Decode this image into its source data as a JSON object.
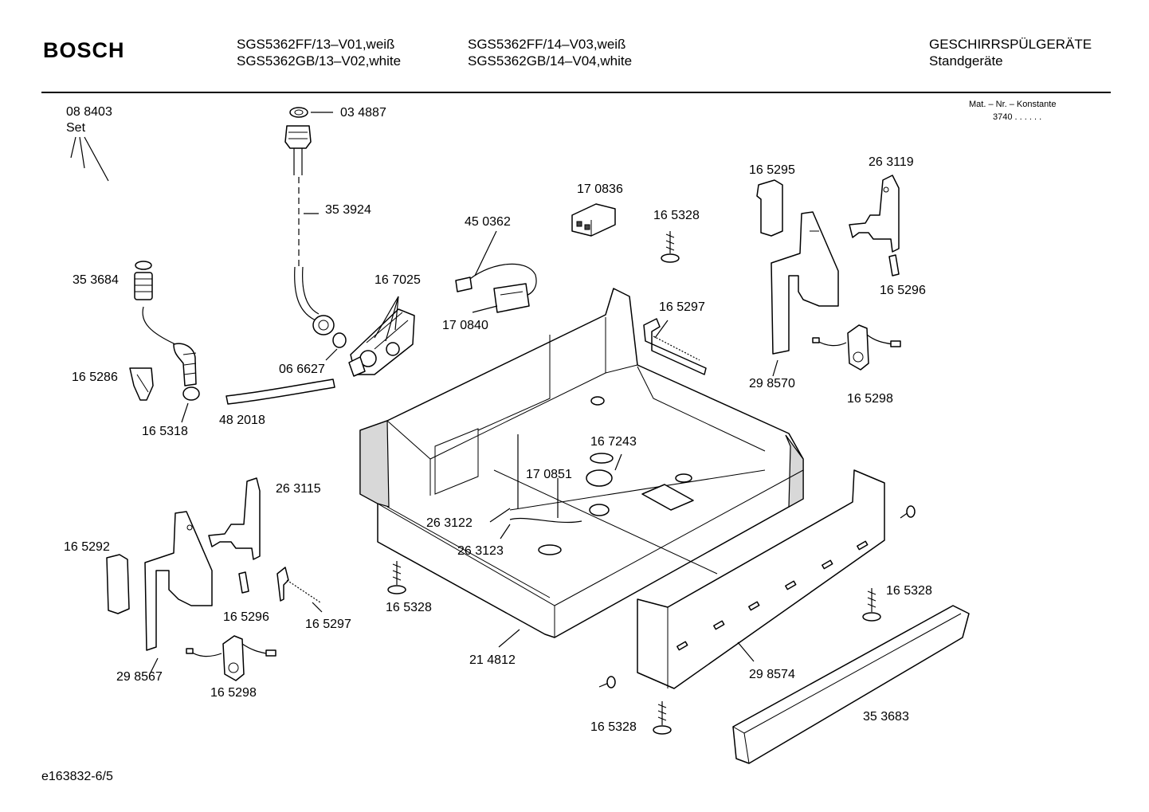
{
  "header": {
    "brand": "BOSCH",
    "models_col1": [
      "SGS5362FF/13–V01,weiß",
      "SGS5362GB/13–V02,white"
    ],
    "models_col2": [
      "SGS5362FF/14–V03,weiß",
      "SGS5362GB/14–V04,white"
    ],
    "category": "GESCHIRRSPÜLGERÄTE",
    "subcategory": "Standgeräte"
  },
  "constants": {
    "label": "Mat. – Nr. – Konstante",
    "value": "3740  .  .    .  .  .  ."
  },
  "parts": {
    "p088403": "08 8403",
    "set": "Set",
    "p034887": "03 4887",
    "p353924": "35 3924",
    "p353684": "35 3684",
    "p165286": "16 5286",
    "p165318": "16 5318",
    "p482018": "48 2018",
    "p066627": "06 6627",
    "p167025": "16 7025",
    "p450362": "45 0362",
    "p170840": "17 0840",
    "p170836": "17 0836",
    "p165328_top": "16 5328",
    "p165295": "16 5295",
    "p263119": "26 3119",
    "p165296_right": "16 5296",
    "p165297_right": "16 5297",
    "p298570": "29 8570",
    "p165298_right": "16 5298",
    "p167243": "16 7243",
    "p170851": "17 0851",
    "p263115": "26 3115",
    "p165292": "16 5292",
    "p263122": "26 3122",
    "p263123": "26 3123",
    "p165328_mid": "16 5328",
    "p165296_left": "16 5296",
    "p165297_left": "16 5297",
    "p298567": "29 8567",
    "p165298_left": "16 5298",
    "p214812": "21 4812",
    "p165328_right": "16 5328",
    "p298574": "29 8574",
    "p165328_bottom": "16 5328",
    "p353683": "35 3683"
  },
  "footer": {
    "doc_id": "e163832-6/5"
  }
}
